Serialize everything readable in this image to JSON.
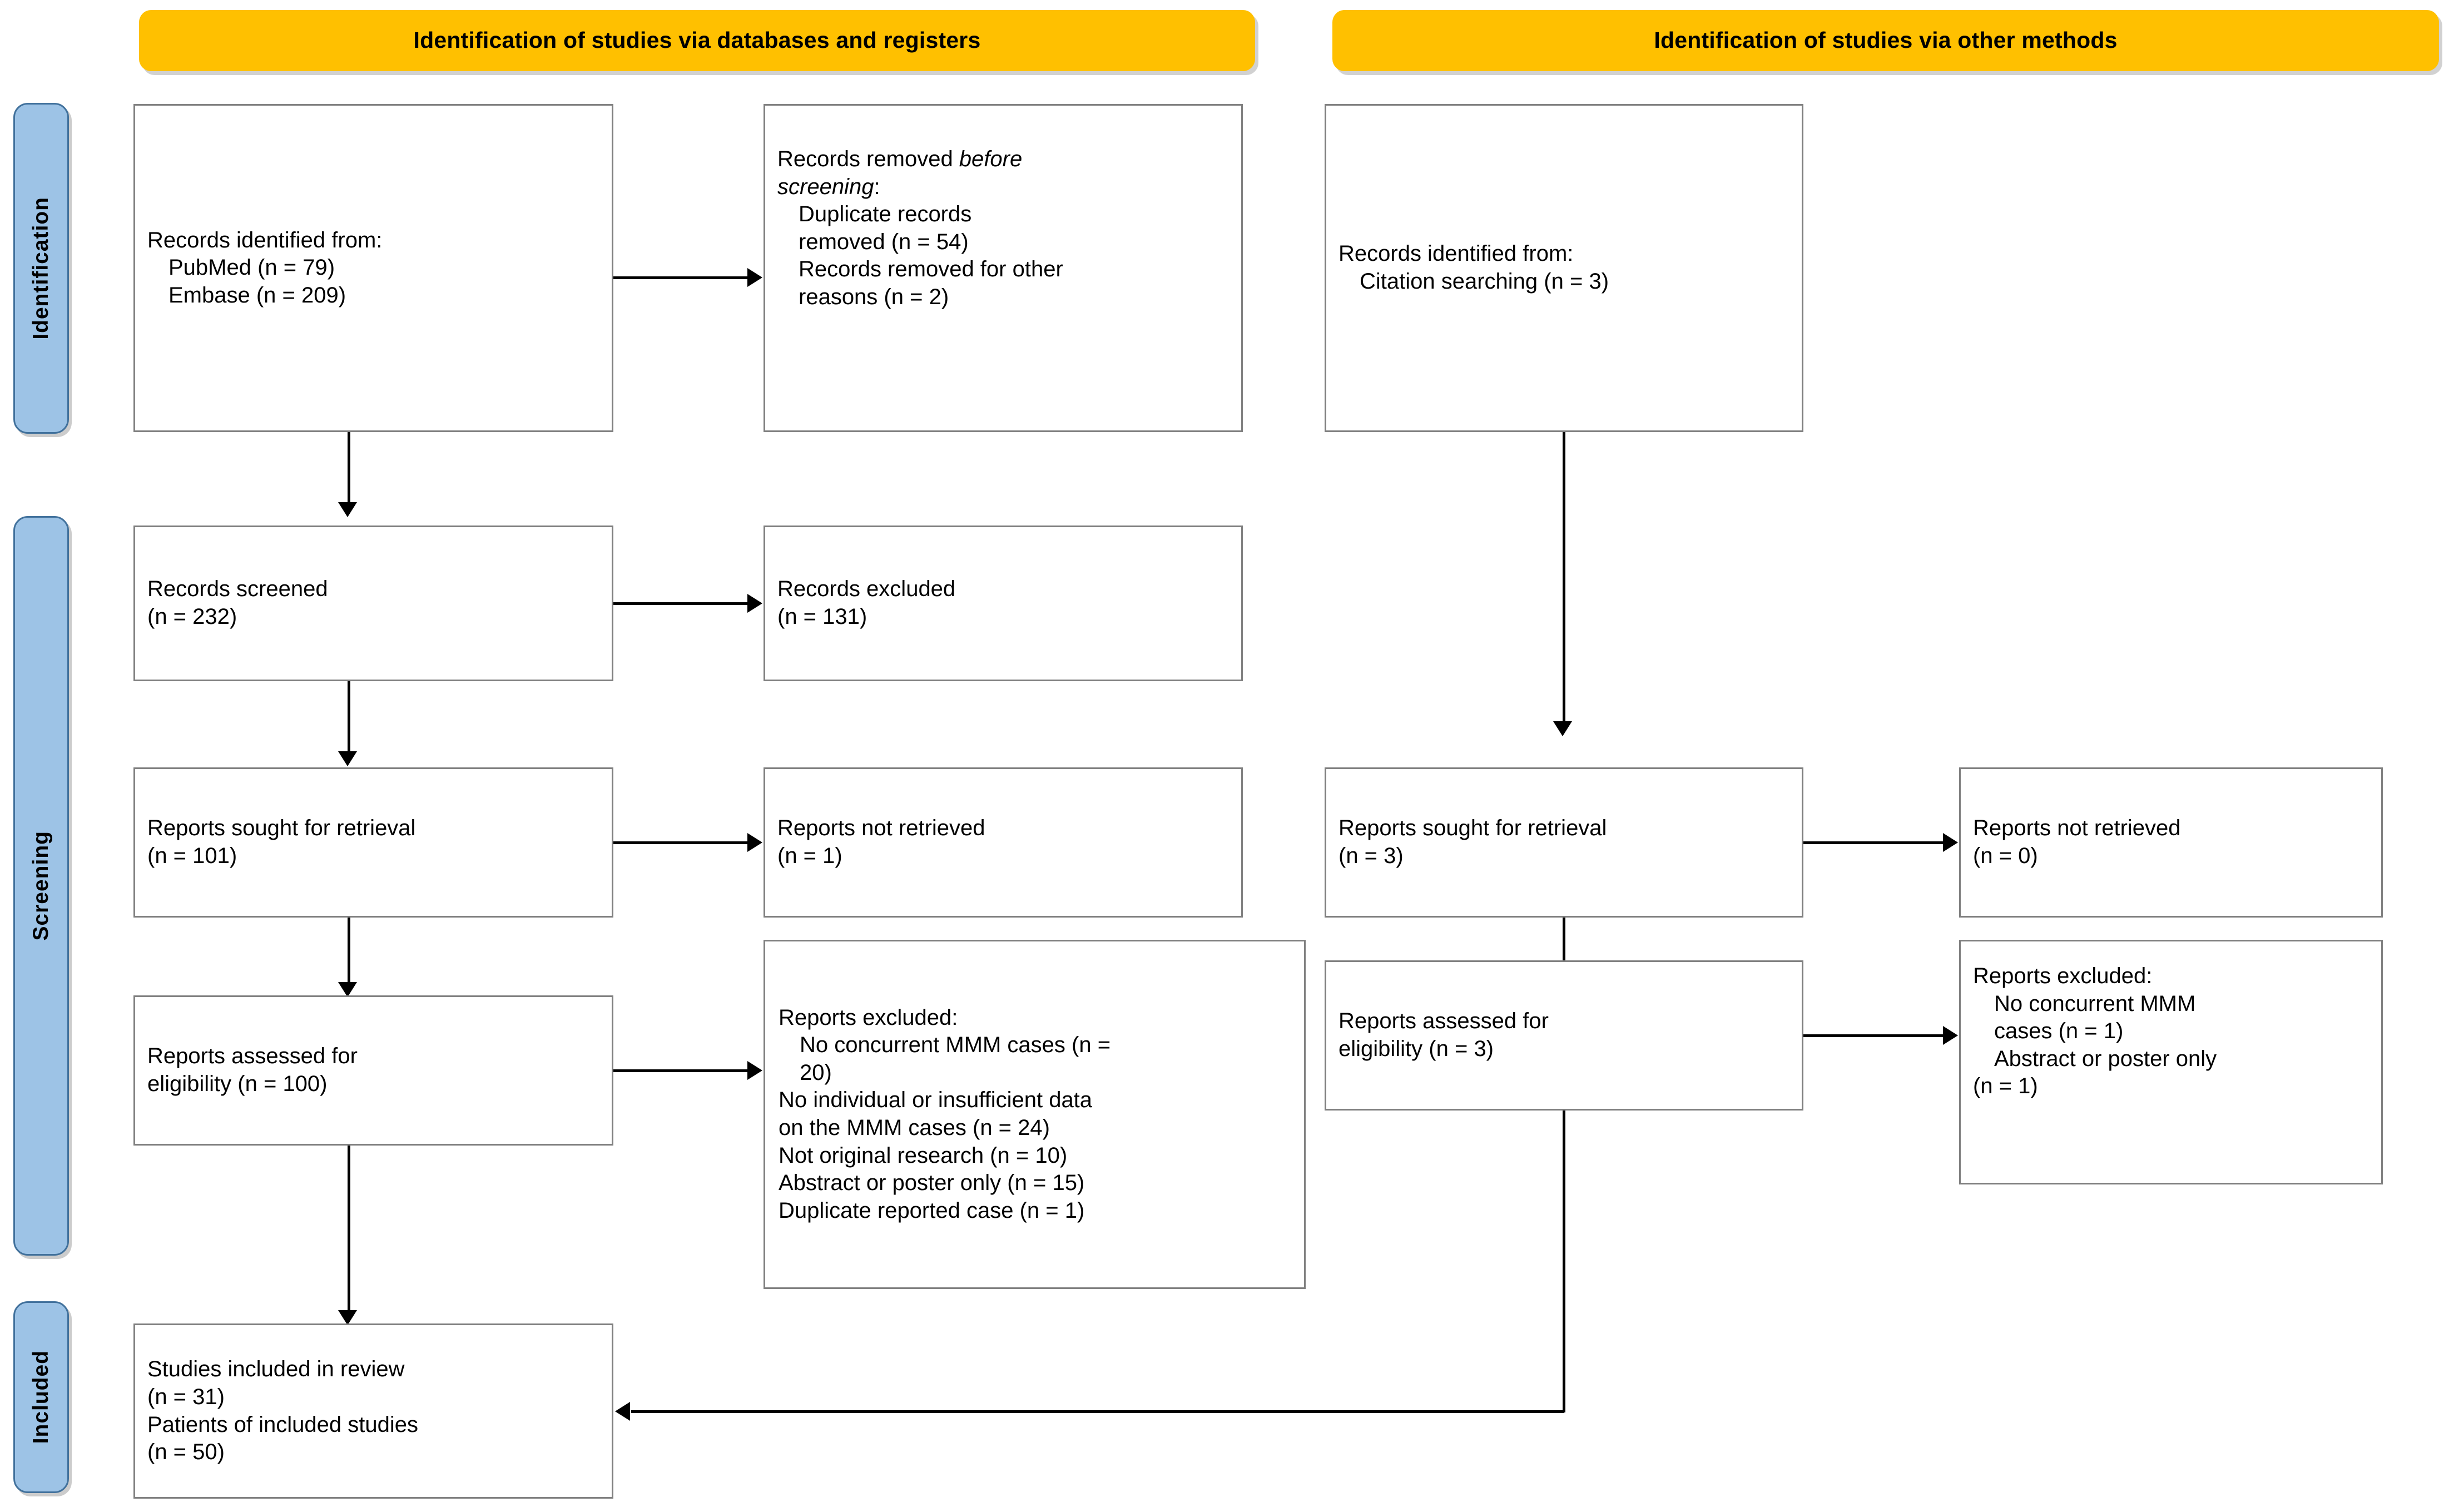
{
  "diagram": {
    "type": "prisma-flow-diagram",
    "headers": [
      {
        "id": "databases",
        "label": "Identification of studies via databases and registers"
      },
      {
        "id": "other",
        "label": "Identification of studies via other methods"
      }
    ],
    "stages": [
      {
        "id": "identification",
        "label": "Identification"
      },
      {
        "id": "screening",
        "label": "Screening"
      },
      {
        "id": "included",
        "label": "Included"
      }
    ],
    "colors": {
      "header_fill": "#FFC000",
      "stage_fill": "#9DC3E6",
      "stage_border": "#41719C",
      "box_border": "#808080",
      "box_fill": "#FFFFFF",
      "connector": "#000000"
    },
    "boxes": {
      "records_identified_db": {
        "lines": [
          {
            "text": "Records identified from:",
            "indent": false
          },
          {
            "text": "PubMed (n = 79)",
            "indent": true
          },
          {
            "text": "Embase (n = 209)",
            "indent": true
          }
        ]
      },
      "records_removed_before_screening": {
        "lines": [
          {
            "text": "Records removed ",
            "italic_tail": "before",
            "indent": false,
            "mixed": true
          },
          {
            "text": "screening",
            "suffix": ":",
            "indent": false,
            "italic_head": true
          },
          {
            "text": "Duplicate records",
            "indent": true
          },
          {
            "text": "removed (n = 54)",
            "indent": true
          },
          {
            "text": "Records removed for other",
            "indent": true
          },
          {
            "text": "reasons (n = 2)",
            "indent": true
          }
        ]
      },
      "records_identified_other": {
        "lines": [
          {
            "text": "Records identified from:",
            "indent": false
          },
          {
            "text": "Citation searching (n = 3)",
            "indent": true
          }
        ]
      },
      "records_screened": {
        "lines": [
          {
            "text": "Records screened",
            "indent": false
          },
          {
            "text": "(n = 232)",
            "indent": false
          }
        ]
      },
      "records_excluded": {
        "lines": [
          {
            "text": "Records excluded",
            "indent": false
          },
          {
            "text": "(n = 131)",
            "indent": false
          }
        ]
      },
      "reports_sought_db": {
        "lines": [
          {
            "text": "Reports sought for retrieval",
            "indent": false
          },
          {
            "text": "(n = 101)",
            "indent": false
          }
        ]
      },
      "reports_not_retrieved_db": {
        "lines": [
          {
            "text": "Reports not retrieved",
            "indent": false
          },
          {
            "text": "(n = 1)",
            "indent": false
          }
        ]
      },
      "reports_sought_other": {
        "lines": [
          {
            "text": "Reports sought for retrieval",
            "indent": false
          },
          {
            "text": "(n = 3)",
            "indent": false
          }
        ]
      },
      "reports_not_retrieved_other": {
        "lines": [
          {
            "text": "Reports not retrieved",
            "indent": false
          },
          {
            "text": "(n = 0)",
            "indent": false
          }
        ]
      },
      "reports_assessed_db": {
        "lines": [
          {
            "text": "Reports assessed for",
            "indent": false
          },
          {
            "text": "eligibility (n = 100)",
            "indent": false
          }
        ]
      },
      "reports_excluded_db": {
        "lines": [
          {
            "text": "Reports excluded:",
            "indent": false
          },
          {
            "text": "No concurrent MMM cases (n =",
            "indent": true
          },
          {
            "text": "20)",
            "indent": true
          },
          {
            "text": "No individual or insufficient data",
            "indent": true
          },
          {
            "text": "on the MMM cases (n = 24)",
            "indent": true
          },
          {
            "text": "Not original research (n = 10)",
            "indent": true
          },
          {
            "text": "Abstract or poster only (n = 15)",
            "indent": true
          },
          {
            "text": "Duplicate reported case (n = 1)",
            "indent": true
          }
        ]
      },
      "reports_assessed_other": {
        "lines": [
          {
            "text": "Reports assessed for",
            "indent": false
          },
          {
            "text": "eligibility (n = 3)",
            "indent": false
          }
        ]
      },
      "reports_excluded_other": {
        "lines": [
          {
            "text": "Reports excluded:",
            "indent": false
          },
          {
            "text": "No concurrent MMM",
            "indent": true
          },
          {
            "text": "cases (n = 1)",
            "indent": true
          },
          {
            "text": "Abstract or poster only",
            "indent": true
          },
          {
            "text": "(n = 1)",
            "indent": true
          }
        ]
      },
      "studies_included": {
        "lines": [
          {
            "text": "Studies included in review",
            "indent": false
          },
          {
            "text": "(n = 31)",
            "indent": false
          },
          {
            "text": "Patients of included studies",
            "indent": false
          },
          {
            "text": "(n = 50)",
            "indent": false
          }
        ]
      }
    },
    "counts": {
      "pubmed": 79,
      "embase": 209,
      "duplicates_removed": 54,
      "removed_other_reasons": 2,
      "citation_searching": 3,
      "records_screened": 232,
      "records_excluded": 131,
      "reports_sought_db": 101,
      "reports_not_retrieved_db": 1,
      "reports_sought_other": 3,
      "reports_not_retrieved_other": 0,
      "reports_assessed_db": 100,
      "reports_assessed_other": 3,
      "excluded_db_no_concurrent_mmm": 20,
      "excluded_db_no_individual_data": 24,
      "excluded_db_not_original": 10,
      "excluded_db_abstract_poster": 15,
      "excluded_db_duplicate_case": 1,
      "excluded_other_no_concurrent_mmm": 1,
      "excluded_other_abstract_poster": 1,
      "studies_included": 31,
      "patients_included": 50
    }
  }
}
